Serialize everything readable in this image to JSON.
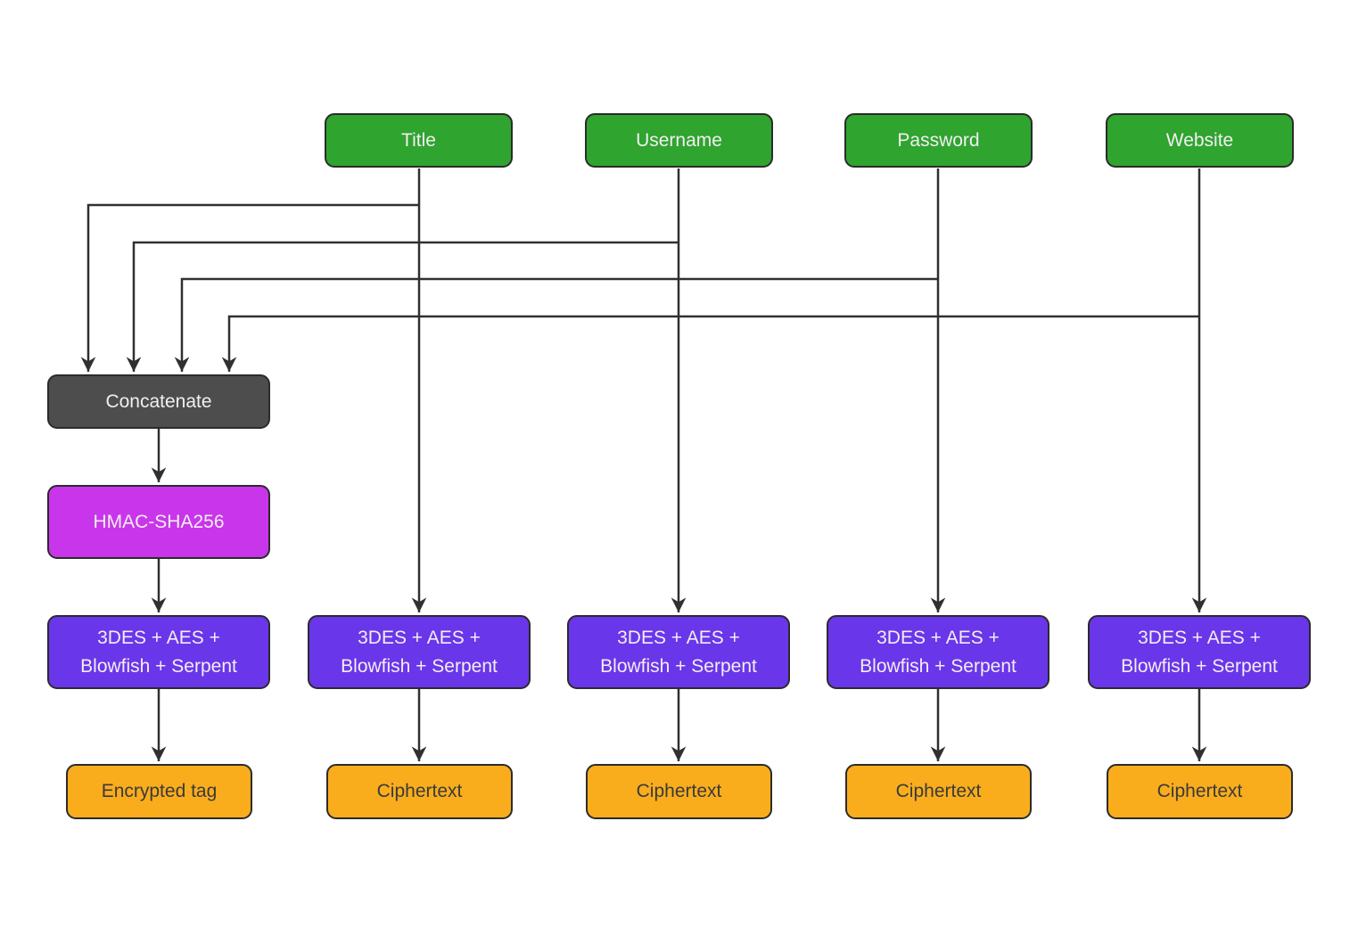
{
  "canvas": {
    "background": "#ffffff"
  },
  "colors": {
    "input_fill": "#2fa42f",
    "concatenate_fill": "#4d4d4d",
    "hmac_fill": "#c935ea",
    "cipher_fill": "#6a36ea",
    "output_fill": "#f9ad1d",
    "edge": "#303030",
    "node_border": "#2b2b2b",
    "light_text": "#f2eef2",
    "dark_text": "#3a3a3a"
  },
  "nodes": {
    "title": {
      "label": "Title",
      "fill": "#2fa42f",
      "text_color": "#f2eef2"
    },
    "username": {
      "label": "Username",
      "fill": "#2fa42f",
      "text_color": "#f2eef2"
    },
    "password": {
      "label": "Password",
      "fill": "#2fa42f",
      "text_color": "#f2eef2"
    },
    "website": {
      "label": "Website",
      "fill": "#2fa42f",
      "text_color": "#f2eef2"
    },
    "concatenate": {
      "label": "Concatenate",
      "fill": "#4d4d4d",
      "text_color": "#f2eef2"
    },
    "hmac": {
      "label": "HMAC-SHA256",
      "fill": "#c935ea",
      "text_color": "#f2eef2"
    },
    "cipher_hmac": {
      "label": "3DES + AES + Blowfish + Serpent",
      "fill": "#6a36ea",
      "text_color": "#f2eef2"
    },
    "cipher_title": {
      "label": "3DES + AES + Blowfish + Serpent",
      "fill": "#6a36ea",
      "text_color": "#f2eef2"
    },
    "cipher_username": {
      "label": "3DES + AES + Blowfish + Serpent",
      "fill": "#6a36ea",
      "text_color": "#f2eef2"
    },
    "cipher_password": {
      "label": "3DES + AES + Blowfish + Serpent",
      "fill": "#6a36ea",
      "text_color": "#f2eef2"
    },
    "cipher_website": {
      "label": "3DES + AES + Blowfish + Serpent",
      "fill": "#6a36ea",
      "text_color": "#f2eef2"
    },
    "encrypted_tag": {
      "label": "Encrypted tag",
      "fill": "#f9ad1d",
      "text_color": "#3a3a3a"
    },
    "ciphertext_title": {
      "label": "Ciphertext",
      "fill": "#f9ad1d",
      "text_color": "#3a3a3a"
    },
    "ciphertext_username": {
      "label": "Ciphertext",
      "fill": "#f9ad1d",
      "text_color": "#3a3a3a"
    },
    "ciphertext_password": {
      "label": "Ciphertext",
      "fill": "#f9ad1d",
      "text_color": "#3a3a3a"
    },
    "ciphertext_website": {
      "label": "Ciphertext",
      "fill": "#f9ad1d",
      "text_color": "#3a3a3a"
    }
  },
  "edges": [
    {
      "from": "title",
      "to": "concatenate"
    },
    {
      "from": "username",
      "to": "concatenate"
    },
    {
      "from": "password",
      "to": "concatenate"
    },
    {
      "from": "website",
      "to": "concatenate"
    },
    {
      "from": "concatenate",
      "to": "hmac"
    },
    {
      "from": "hmac",
      "to": "cipher_hmac"
    },
    {
      "from": "cipher_hmac",
      "to": "encrypted_tag"
    },
    {
      "from": "title",
      "to": "cipher_title"
    },
    {
      "from": "username",
      "to": "cipher_username"
    },
    {
      "from": "password",
      "to": "cipher_password"
    },
    {
      "from": "website",
      "to": "cipher_website"
    },
    {
      "from": "cipher_title",
      "to": "ciphertext_title"
    },
    {
      "from": "cipher_username",
      "to": "ciphertext_username"
    },
    {
      "from": "cipher_password",
      "to": "ciphertext_password"
    },
    {
      "from": "cipher_website",
      "to": "ciphertext_website"
    }
  ]
}
